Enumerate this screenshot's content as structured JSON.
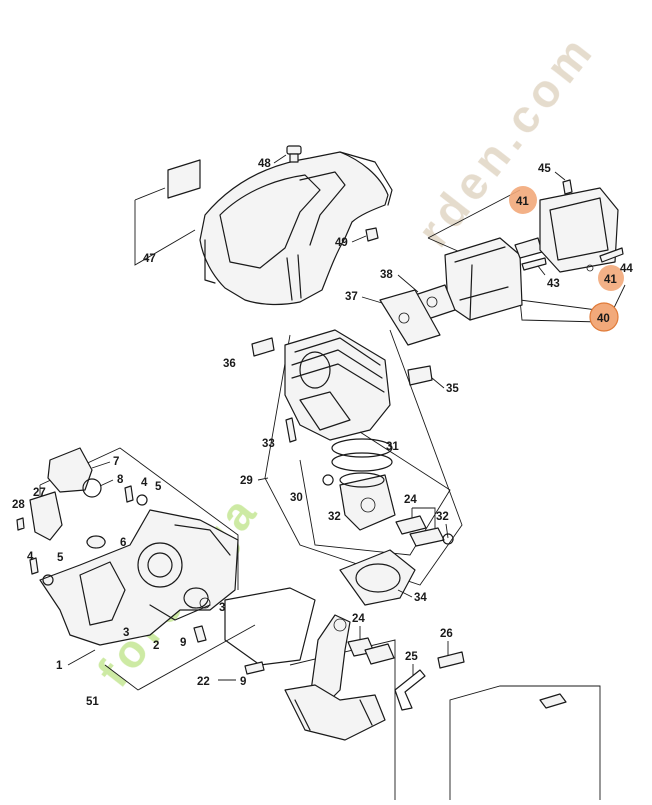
{
  "colors": {
    "line": "#1a1a1a",
    "highlight": "#f2a97a",
    "highlight_stroke": "#e07b39",
    "watermark_green": "#c8e89a",
    "watermark_tan": "#e3d8c8"
  },
  "watermark": {
    "text": "forestgarden.com"
  },
  "callouts": {
    "c1": "1",
    "c2": "2",
    "c3a": "3",
    "c3b": "3",
    "c4a": "4",
    "c4b": "4",
    "c5a": "5",
    "c5b": "5",
    "c6": "6",
    "c7": "7",
    "c8": "8",
    "c9a": "9",
    "c9b": "9",
    "c22": "22",
    "c24a": "24",
    "c24b": "24",
    "c25": "25",
    "c26": "26",
    "c27": "27",
    "c28": "28",
    "c29": "29",
    "c30": "30",
    "c31": "31",
    "c32a": "32",
    "c32b": "32",
    "c33": "33",
    "c34": "34",
    "c35": "35",
    "c36": "36",
    "c37": "37",
    "c38": "38",
    "c40": "40",
    "c41a": "41",
    "c41b": "41",
    "c43": "43",
    "c44": "44",
    "c45": "45",
    "c47": "47",
    "c48": "48",
    "c49": "49",
    "c51": "51"
  },
  "highlighted": [
    "40",
    "41"
  ]
}
